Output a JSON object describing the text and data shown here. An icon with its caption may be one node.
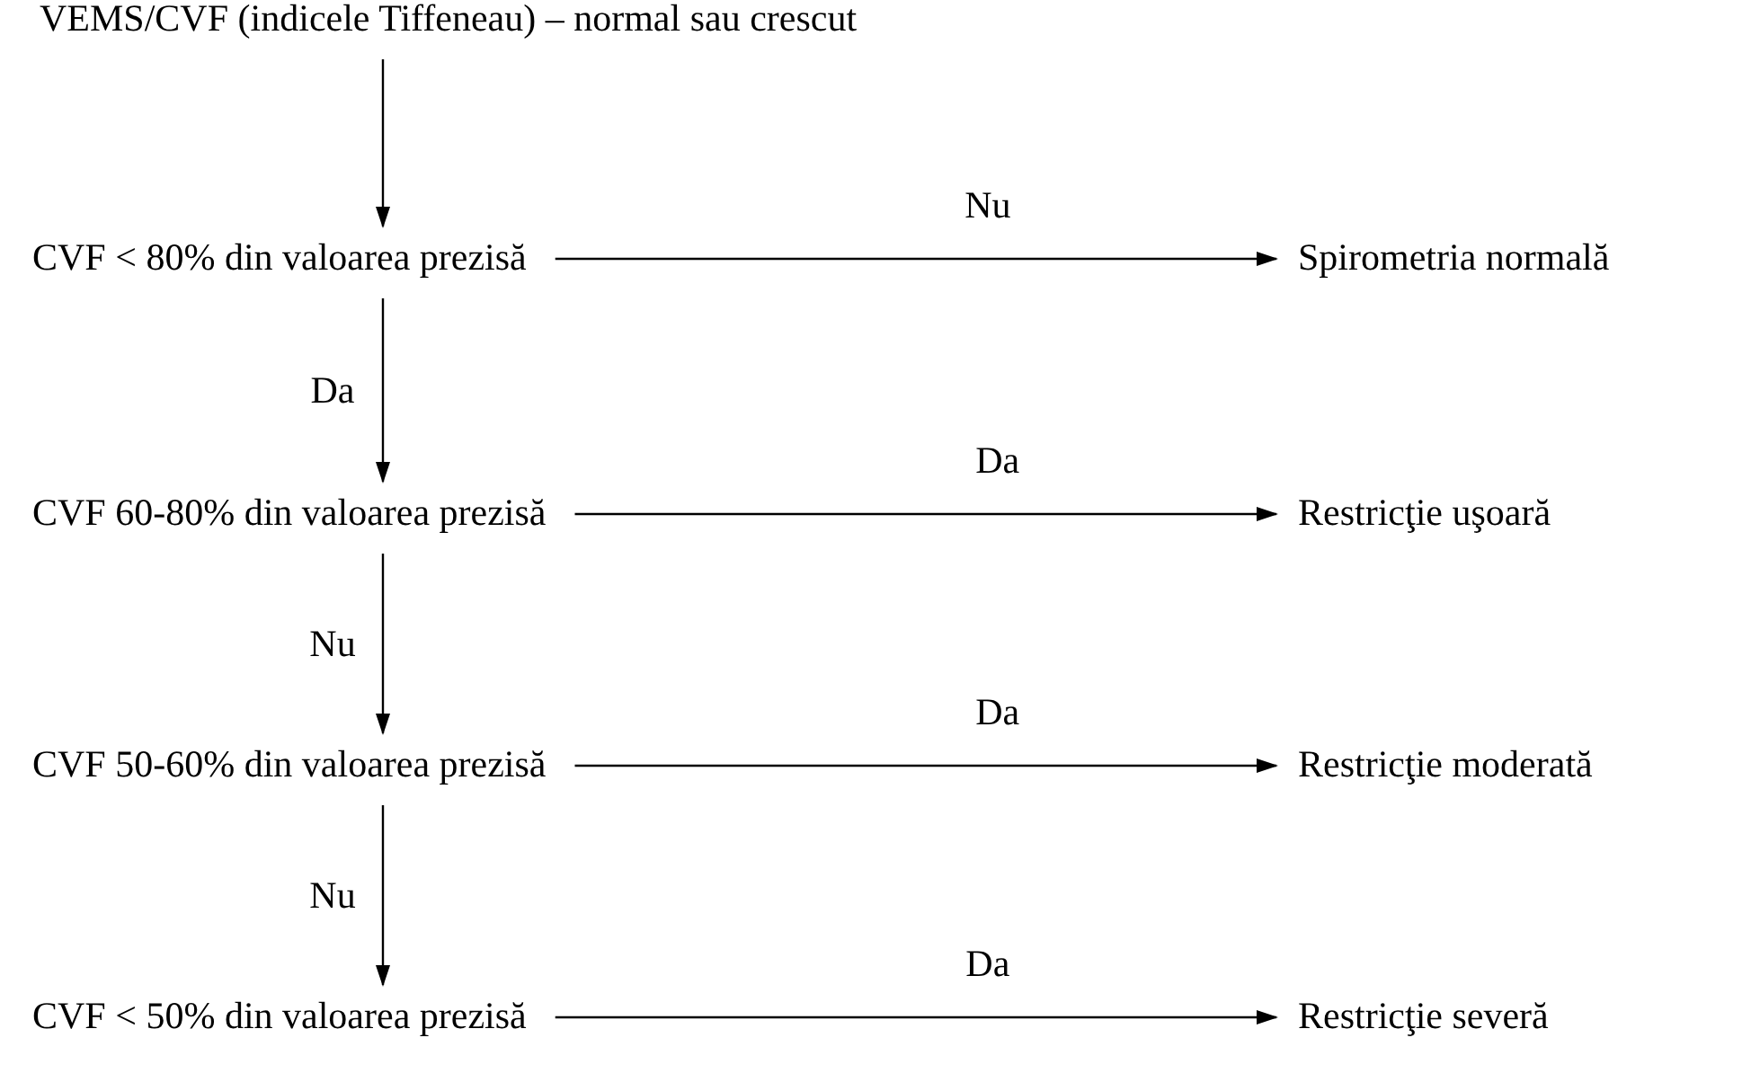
{
  "diagram": {
    "nodes": [
      {
        "text": [
          "VEMS/CVF (indicele Tiffeneau) – normal sau crescut"
        ]
      },
      {
        "text": [
          "CVF < 80% din valoarea prezisă"
        ]
      },
      {
        "text": [
          "Spirometria normală"
        ]
      },
      {
        "text": [
          "CVF 60-80% din valoarea prezisă"
        ]
      },
      {
        "text": [
          "Restricţie uşoară"
        ]
      },
      {
        "text": [
          "CVF 50-60% din valoarea prezisă"
        ]
      },
      {
        "text": [
          "Restricţie moderată"
        ]
      },
      {
        "text": [
          "CVF < 50% din valoarea prezisă"
        ]
      },
      {
        "text": [
          "Restricţie severă"
        ]
      }
    ],
    "edges": [
      {
        "from": 0,
        "to": 1,
        "arrow": "to"
      },
      {
        "from": 1,
        "to": 2,
        "arrow": "to",
        "label": "Nu"
      },
      {
        "from": 1,
        "to": 3,
        "arrow": "to",
        "label": "Da"
      },
      {
        "from": 3,
        "to": 4,
        "arrow": "to",
        "label": "Da"
      },
      {
        "from": 3,
        "to": 5,
        "arrow": "to",
        "label": "Nu"
      },
      {
        "from": 5,
        "to": 6,
        "arrow": "to",
        "label": "Da"
      },
      {
        "from": 5,
        "to": 7,
        "arrow": "to",
        "label": "Nu"
      },
      {
        "from": 7,
        "to": 8,
        "arrow": "to",
        "label": "Da"
      }
    ]
  }
}
